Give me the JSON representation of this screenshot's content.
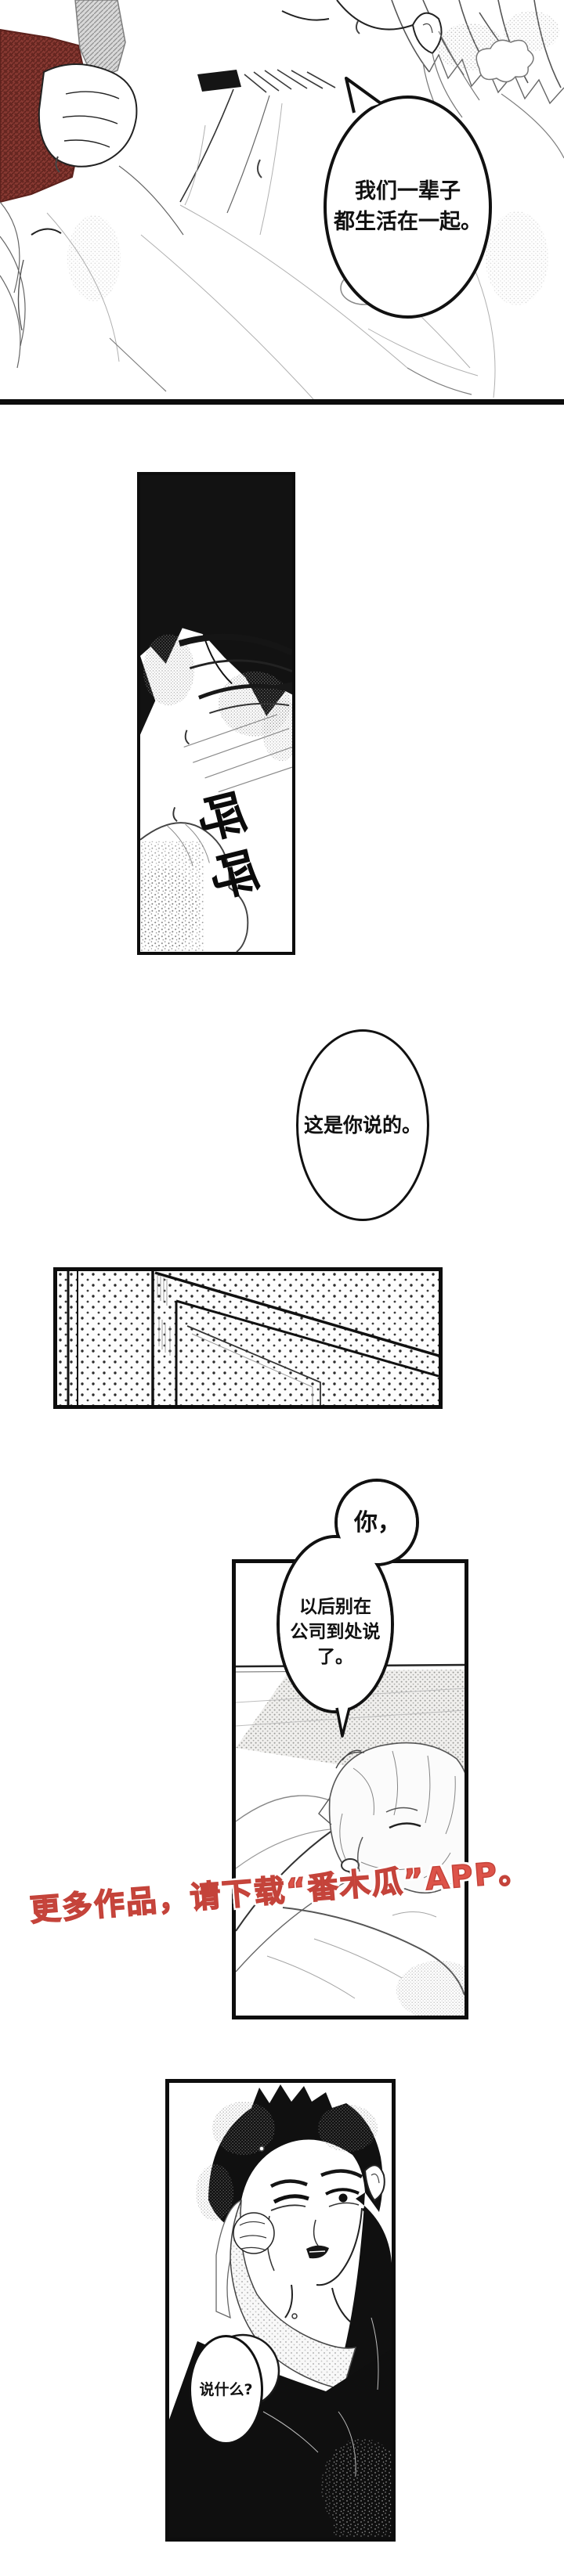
{
  "colors": {
    "ink": "#111111",
    "paper": "#ffffff",
    "watermark_red": "#dd5349",
    "watermark_stroke": "#c4433a",
    "maroon_sleeve": "#8a3a33"
  },
  "panel_top": {
    "bubble_line1": "我们一辈子",
    "bubble_line2": "都生活在一起。"
  },
  "panel_eyes": {
    "sfx_char_1": "呼",
    "sfx_char_2": "呼"
  },
  "bubble_said": {
    "text": "这是你说的。"
  },
  "bubble_you": {
    "text": "你，"
  },
  "bubble_office": {
    "line1": "以后别在",
    "line2": "公司到处说",
    "line3": "了。"
  },
  "watermark": {
    "text": "更多作品，请下载“番木瓜”APP。"
  },
  "bubble_saywhat": {
    "text": "说什么?"
  }
}
